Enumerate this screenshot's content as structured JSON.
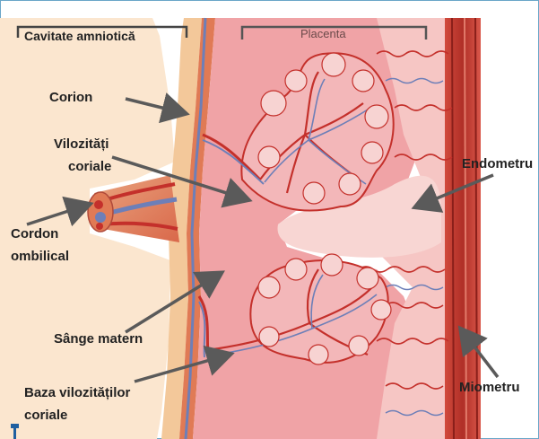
{
  "diagram": {
    "labels": {
      "amniotic_cavity": "Cavitate amniotică",
      "placenta": "Placenta",
      "chorion": "Corion",
      "chorionic_villi_line1": "Vilozități",
      "chorionic_villi_line2": "coriale",
      "endometrium": "Endometru",
      "umbilical_cord_line1": "Cordon",
      "umbilical_cord_line2": "ombilical",
      "maternal_blood": "Sânge matern",
      "villi_base_line1": "Baza vilozităților",
      "villi_base_line2": "coriale",
      "myometrium": "Miometru"
    },
    "colors": {
      "amnion_wall": "#f3c89a",
      "chorion_band": "#e07a55",
      "intervillous_space": "#f0a3a6",
      "placenta_tissue": "#f6c6c4",
      "endometrium": "#f8d6d3",
      "myometrium": "#b5352a",
      "arteries": "#c4302b",
      "veins": "#6d7fb8",
      "arrow": "#5a5a5a",
      "frame": "#6aa6c8"
    }
  }
}
